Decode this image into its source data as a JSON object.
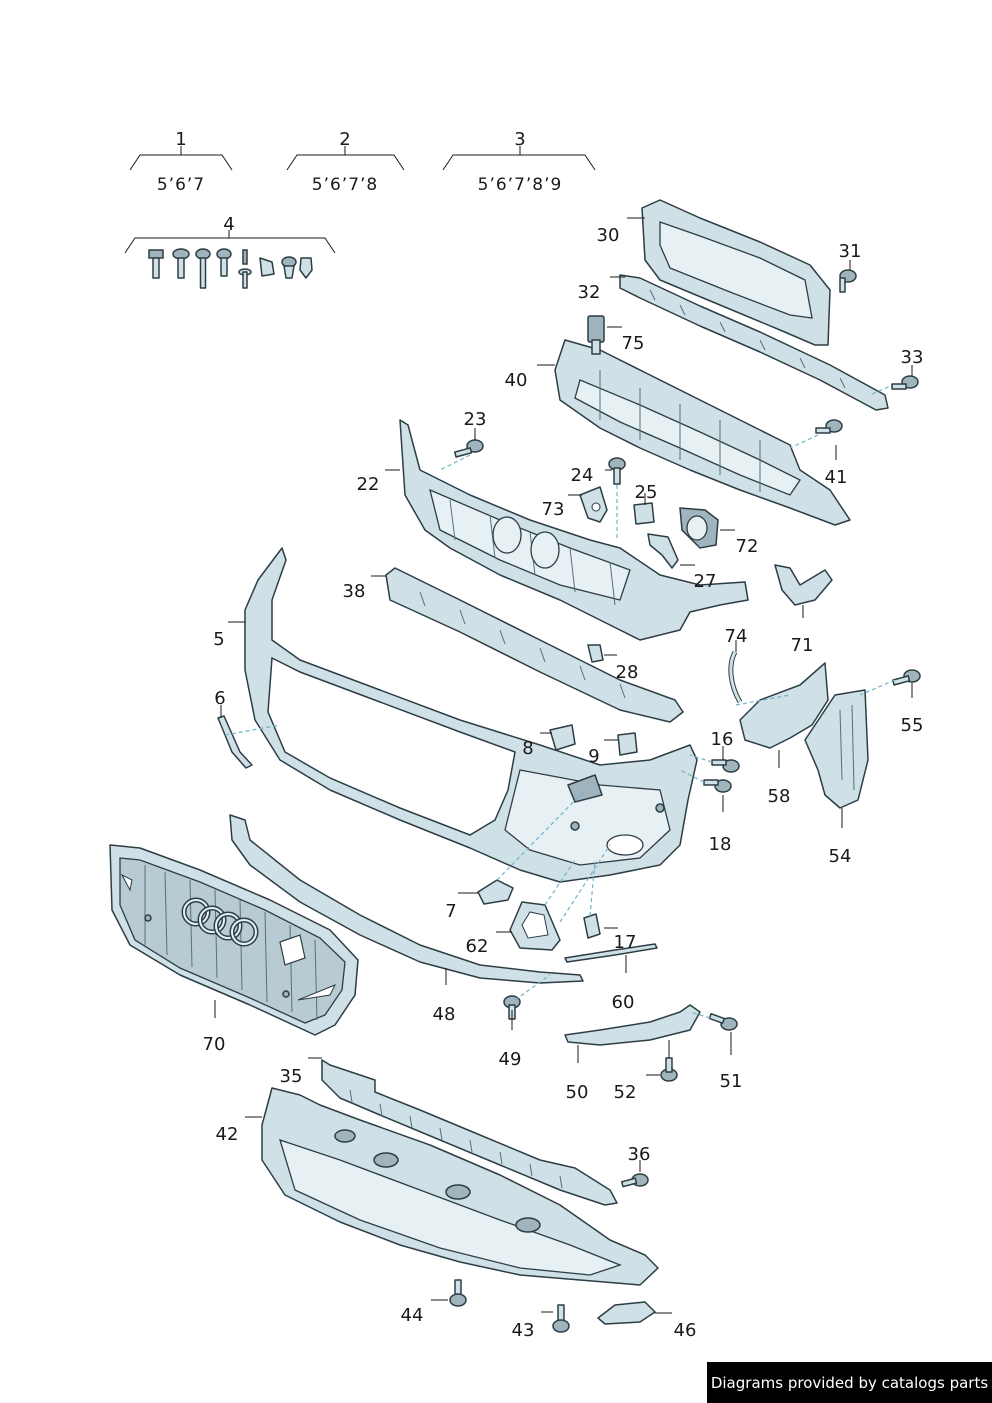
{
  "groups": [
    {
      "number": "1",
      "variants": "5’6’7"
    },
    {
      "number": "2",
      "variants": "5’6’7’8"
    },
    {
      "number": "3",
      "variants": "5’6’7’8’9"
    },
    {
      "number": "4",
      "variants": ""
    }
  ],
  "callouts": [
    "30",
    "31",
    "32",
    "75",
    "33",
    "40",
    "41",
    "23",
    "22",
    "24",
    "73",
    "25",
    "72",
    "27",
    "38",
    "71",
    "5",
    "28",
    "74",
    "55",
    "6",
    "8",
    "9",
    "16",
    "58",
    "18",
    "54",
    "7",
    "62",
    "17",
    "60",
    "70",
    "48",
    "49",
    "51",
    "50",
    "52",
    "35",
    "42",
    "36",
    "44",
    "43",
    "46"
  ],
  "footer": {
    "text": "Diagrams provided by catalogs parts"
  },
  "colors": {
    "part_fill": "#cfe0e6",
    "outline": "#2d3d45",
    "leader_dash": "#6fb3c9",
    "footer_bg": "#000000"
  }
}
